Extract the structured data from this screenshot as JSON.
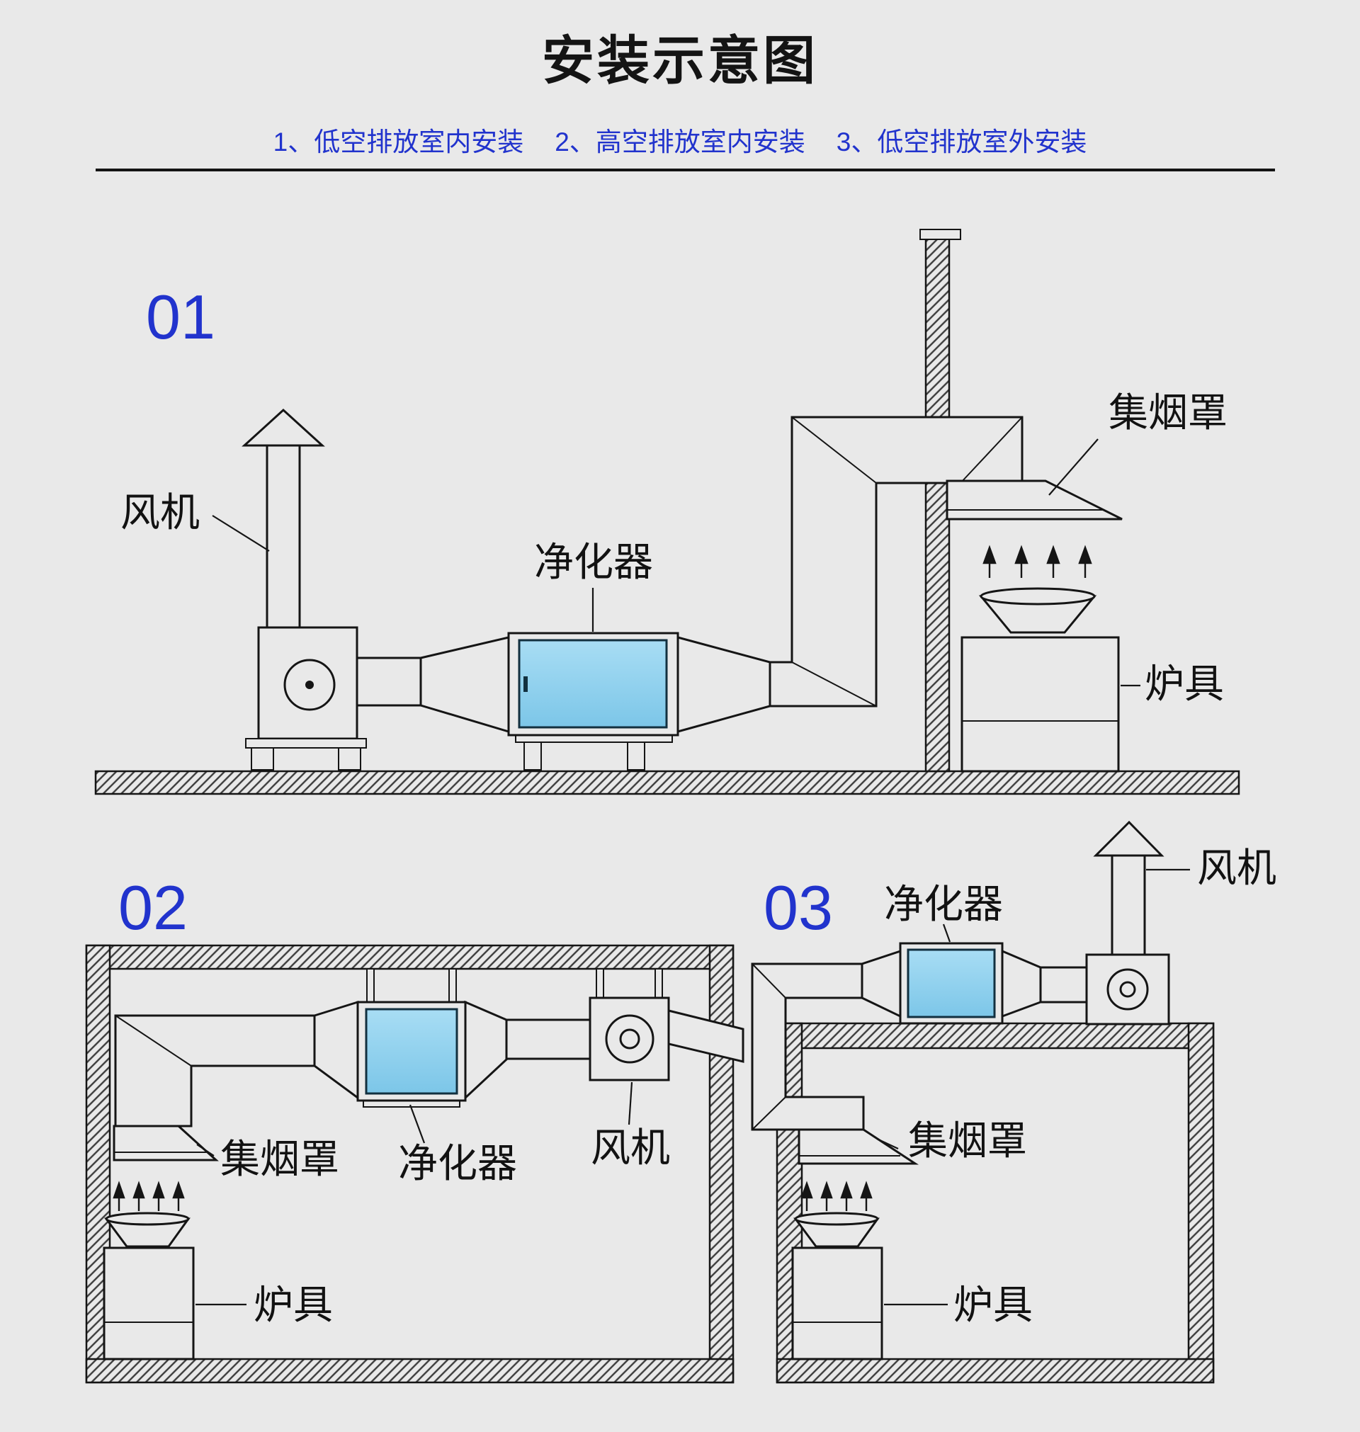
{
  "page": {
    "title": "安装示意图",
    "legend": {
      "item1": "1、低空排放室内安装",
      "item2": "2、高空排放室内安装",
      "item3": "3、低空排放室外安装"
    }
  },
  "colors": {
    "background": "#e9e9e9",
    "accent_blue": "#2133cd",
    "line": "#151515",
    "purifier_panel": "#8fd3ef"
  },
  "diagram1": {
    "number": "01",
    "labels": {
      "fan": "风机",
      "purifier": "净化器",
      "hood": "集烟罩",
      "stove": "炉具"
    }
  },
  "diagram2": {
    "number": "02",
    "labels": {
      "hood": "集烟罩",
      "purifier": "净化器",
      "fan": "风机",
      "stove": "炉具"
    }
  },
  "diagram3": {
    "number": "03",
    "labels": {
      "purifier": "净化器",
      "fan": "风机",
      "hood": "集烟罩",
      "stove": "炉具"
    }
  }
}
